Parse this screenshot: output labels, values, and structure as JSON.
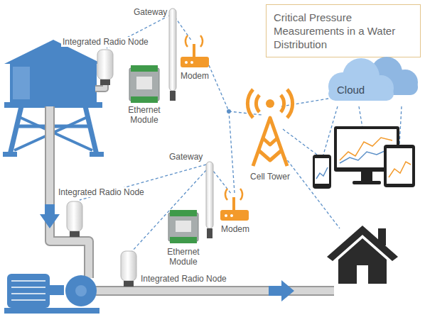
{
  "diagram": {
    "title": "Critical Pressure Measurements in a Water Distribution",
    "nodes": [
      {
        "text": [
          "Cloud"
        ]
      }
    ],
    "labels": [
      "Gateway",
      "Integrated Radio Node",
      "Ethernet Module",
      "Modem",
      "Gateway",
      "Integrated Radio Node",
      "Ethernet Module",
      "Modem",
      "Integrated Radio Node",
      "Cell Tower"
    ]
  }
}
